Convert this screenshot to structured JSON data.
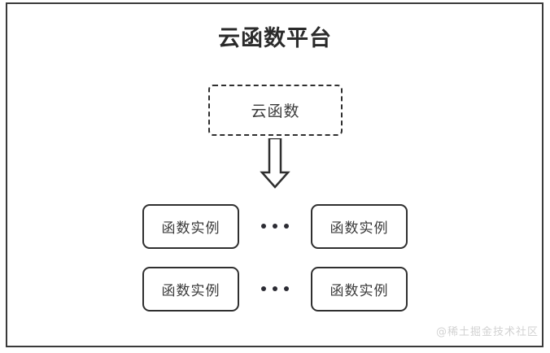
{
  "diagram": {
    "title": "云函数平台",
    "function_box": {
      "label": "云函数",
      "border_style": "dashed"
    },
    "arrow": {
      "icon": "down-arrow-icon",
      "direction": "down"
    },
    "rows": [
      {
        "left_instance": "函数实例",
        "ellipsis": "•••",
        "right_instance": "函数实例"
      },
      {
        "left_instance": "函数实例",
        "ellipsis": "•••",
        "right_instance": "函数实例"
      }
    ],
    "watermark": "@稀土掘金技术社区",
    "colors": {
      "frame": "#3a3a3a",
      "box_border": "#2f2f2f",
      "text": "#3b3b3b",
      "title_text": "#2b2b2b",
      "watermark": "#d2d2d2",
      "background": "#ffffff"
    }
  }
}
